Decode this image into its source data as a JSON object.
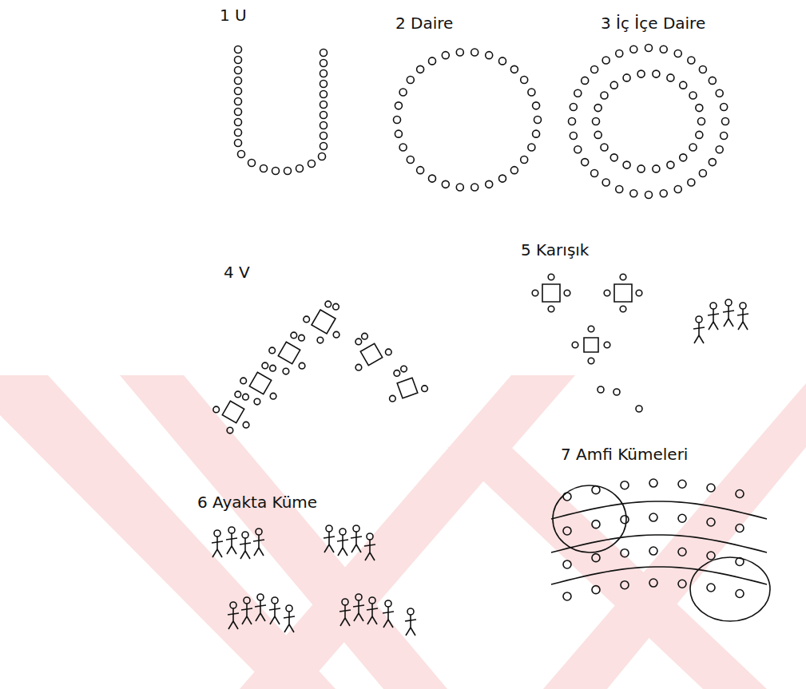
{
  "diagram": {
    "labels": [
      "1 U",
      "2 Daire",
      "3 İç İçe Daire",
      "4 V",
      "5 Karışık",
      "6 Ayakta Küme",
      "7 Amfi Kümeleri"
    ]
  }
}
